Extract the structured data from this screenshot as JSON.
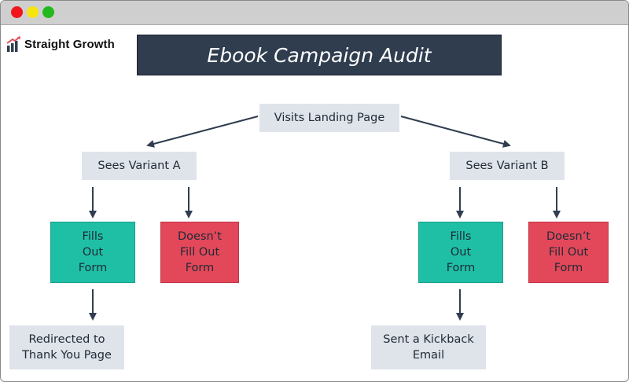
{
  "window": {
    "controls": [
      "close",
      "minimize",
      "maximize"
    ],
    "colors": {
      "close": "#f0161c",
      "minimize": "#f7e60e",
      "maximize": "#24b81f"
    }
  },
  "logo": {
    "text": "Straight Growth",
    "icon": "bar-chart-growth-icon"
  },
  "title": "Ebook Campaign Audit",
  "nodes": {
    "visits": "Visits Landing Page",
    "variant_a": "Sees Variant A",
    "variant_b": "Sees Variant B",
    "a_fills": "Fills\nOut\nForm",
    "a_doesnt": "Doesn’t\nFill Out\nForm",
    "b_fills": "Fills\nOut\nForm",
    "b_doesnt": "Doesn’t\nFill Out\nForm",
    "a_redirect": "Redirected to\nThank You Page",
    "b_email": "Sent a Kickback\nEmail"
  },
  "colors": {
    "title_bg": "#2f3d4f",
    "neutral_box": "#dfe3ea",
    "positive_box": "#1fbfa6",
    "negative_box": "#e2485a",
    "arrow": "#2f3d4f"
  }
}
